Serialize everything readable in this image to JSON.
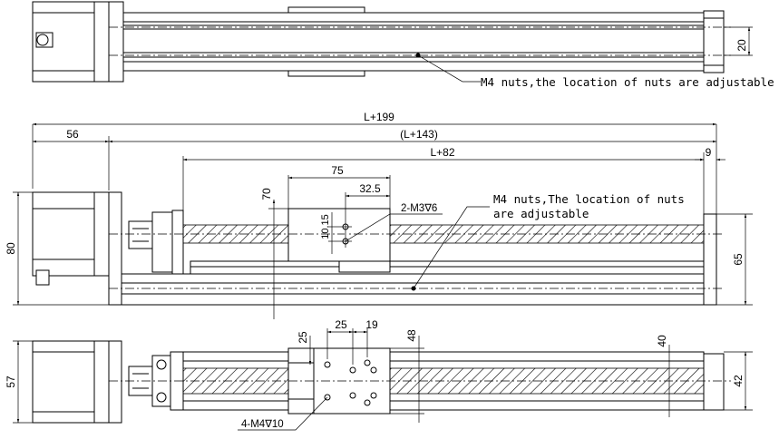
{
  "notes": {
    "top": "M4 nuts,the location of nuts are adjustable",
    "middle_line1": "M4 nuts,The location of nuts",
    "middle_line2": "are adjustable"
  },
  "dimensions": {
    "top_20": "20",
    "l199": "L+199",
    "l143": "(L+143)",
    "d56": "56",
    "l82": "L+82",
    "d9": "9",
    "d75": "75",
    "d325": "32.5",
    "d70": "70",
    "d1015": "10.15",
    "m3": "2-M3∇6",
    "d80": "80",
    "d65": "65",
    "d25a": "25",
    "d19": "19",
    "d25b": "25",
    "d48": "48",
    "d40": "40",
    "d57": "57",
    "d42": "42",
    "m4": "4-M4∇10"
  }
}
